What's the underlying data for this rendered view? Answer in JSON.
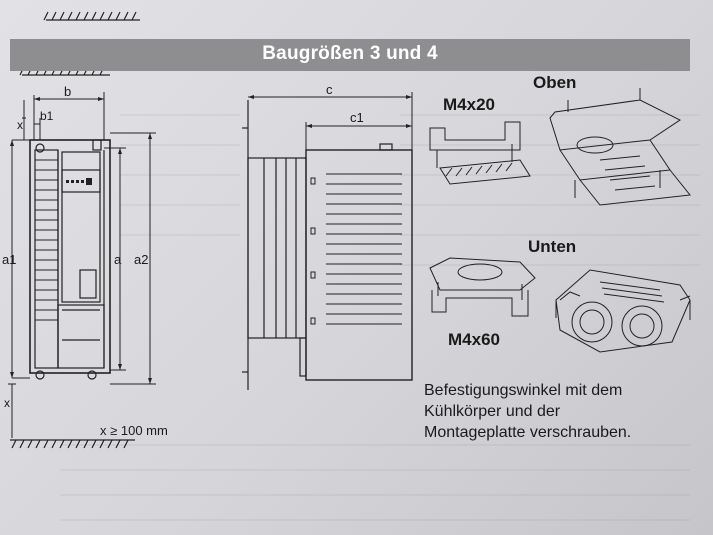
{
  "section_title": "Baugrößen 3 und 4",
  "front_view": {
    "dim_b": "b",
    "dim_b1": "b1",
    "dim_x_top": "x",
    "dim_a1": "a1",
    "dim_a": "a",
    "dim_a2": "a2",
    "dim_x_bottom": "x",
    "clearance_note": "x ≥ 100 mm"
  },
  "side_view": {
    "dim_c": "c",
    "dim_c1": "c1"
  },
  "mounting": {
    "top_label": "Oben",
    "bottom_label": "Unten",
    "screw_top": "M4x20",
    "screw_bottom": "M4x60",
    "caption_lines": [
      "Befestigungswinkel mit dem",
      "Kühlkörper und der",
      "Montageplatte verschrauben."
    ]
  }
}
